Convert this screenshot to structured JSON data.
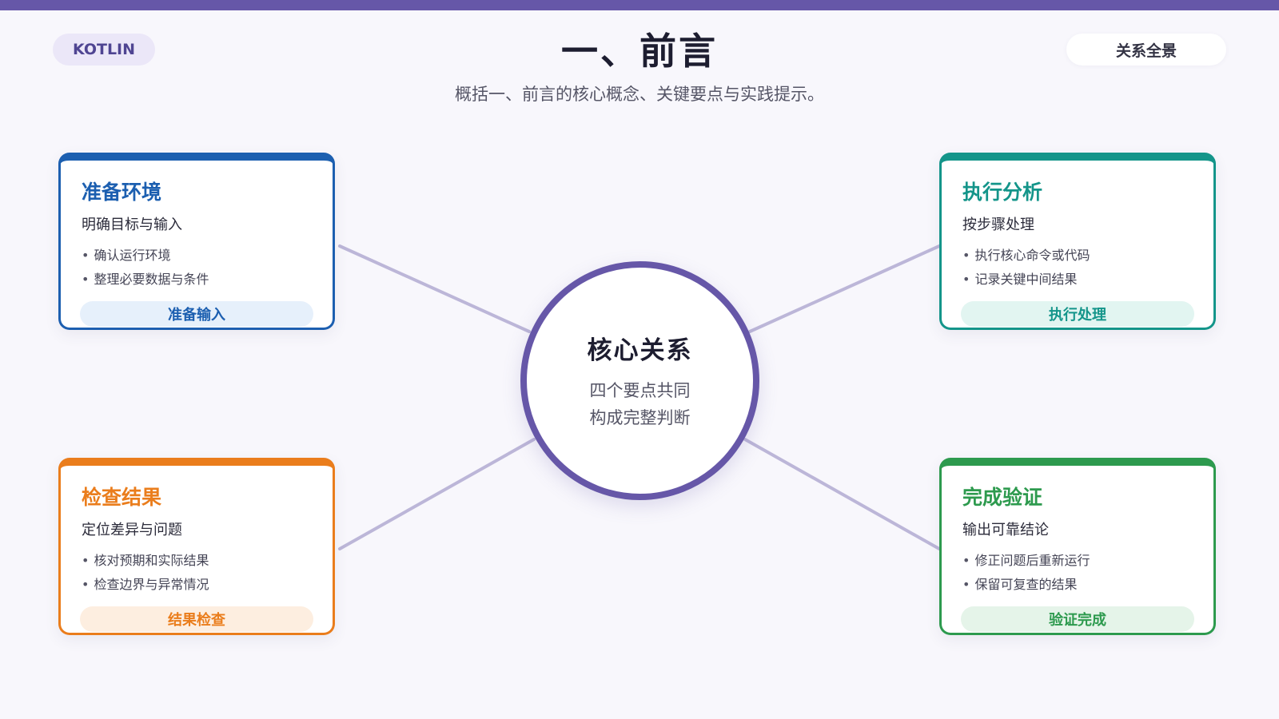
{
  "header": {
    "tag": "KOTLIN",
    "title": "一、前言",
    "subtitle": "概括一、前言的核心概念、关键要点与实践提示。",
    "overview_button": "关系全景"
  },
  "center": {
    "title": "核心关系",
    "desc_line1": "四个要点共同",
    "desc_line2": "构成完整判断"
  },
  "cards": [
    {
      "title": "准备环境",
      "subtitle": "明确目标与输入",
      "items": [
        "确认运行环境",
        "整理必要数据与条件"
      ],
      "button": "准备输入",
      "color": "#1c5fb0",
      "button_bg": "#e6f0fb"
    },
    {
      "title": "执行分析",
      "subtitle": "按步骤处理",
      "items": [
        "执行核心命令或代码",
        "记录关键中间结果"
      ],
      "button": "执行处理",
      "color": "#14958a",
      "button_bg": "#e2f5f1"
    },
    {
      "title": "检查结果",
      "subtitle": "定位差异与问题",
      "items": [
        "核对预期和实际结果",
        "检查边界与异常情况"
      ],
      "button": "结果检查",
      "color": "#ea7d1c",
      "button_bg": "#fdeee0"
    },
    {
      "title": "完成验证",
      "subtitle": "输出可靠结论",
      "items": [
        "修正问题后重新运行",
        "保留可复查的结果"
      ],
      "button": "验证完成",
      "color": "#2d9a4e",
      "button_bg": "#e5f4e9"
    }
  ],
  "colors": {
    "accent": "#6657a8",
    "connector": "#bcb6d8",
    "background": "#f8f7fc"
  }
}
